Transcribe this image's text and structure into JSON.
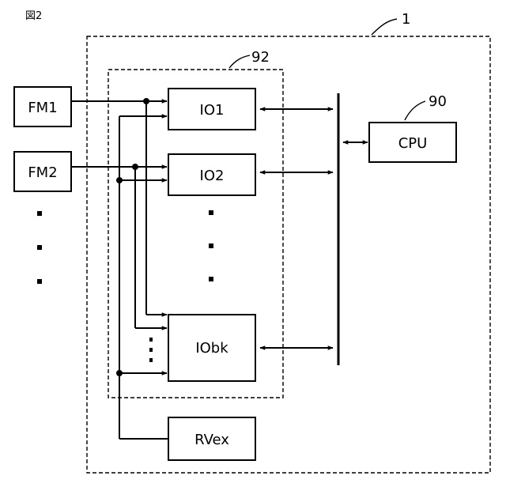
{
  "figure_label": "図2",
  "refs": {
    "outer": "1",
    "io_group": "92",
    "cpu": "90"
  },
  "external_modules": [
    "FM1",
    "FM2"
  ],
  "io_units": [
    "IO1",
    "IO2",
    "IObk"
  ],
  "cpu_label": "CPU",
  "rvex_label": "RVex"
}
